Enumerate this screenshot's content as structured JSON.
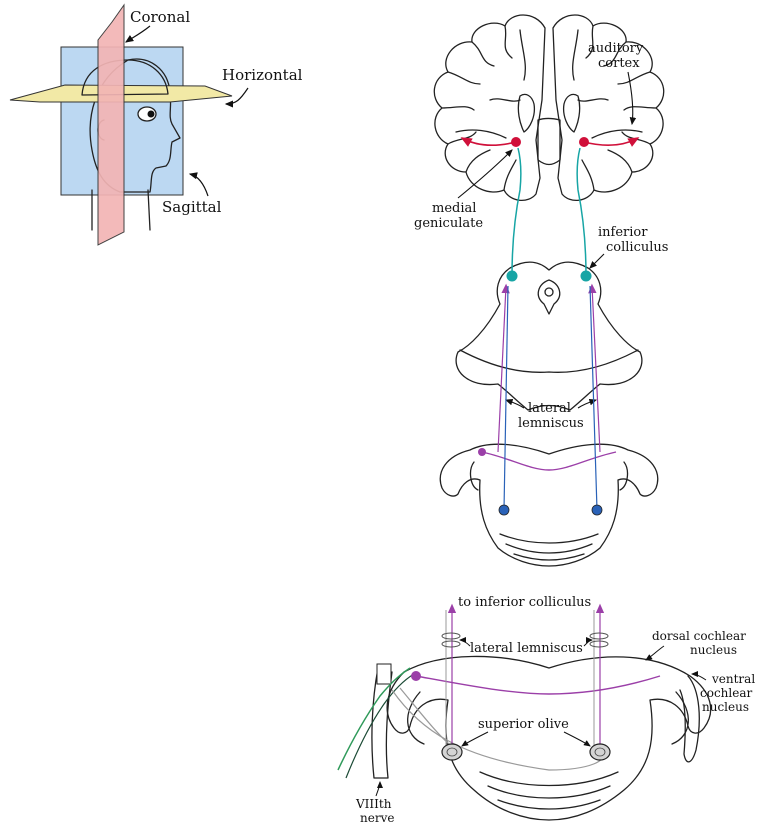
{
  "planes": {
    "coronal": "Coronal",
    "horizontal": "Horizontal",
    "sagittal": "Sagittal"
  },
  "labels": {
    "auditory_cortex_1": "auditory",
    "auditory_cortex_2": "cortex",
    "medial_geniculate_1": "medial",
    "medial_geniculate_2": "geniculate",
    "inferior_colliculus_1": "inferior",
    "inferior_colliculus_2": "colliculus",
    "lateral_lemniscus_1": "lateral",
    "lateral_lemniscus_2": "lemniscus",
    "to_inferior_colliculus": "to inferior colliculus",
    "lateral_lemniscus_lower": "lateral lemniscus",
    "dorsal_cochlear_1": "dorsal cochlear",
    "dorsal_cochlear_2": "nucleus",
    "ventral_cochlear_1": "ventral",
    "ventral_cochlear_2": "cochlear",
    "ventral_cochlear_3": "nucleus",
    "superior_olive": "superior olive",
    "viiith_nerve_1": "VIIIth",
    "viiith_nerve_2": "nerve"
  },
  "colors": {
    "coronal_plane": "#f3b5b5",
    "sagittal_plane": "#bcd8f2",
    "horizontal_plane": "#f2e9a6",
    "thalamocortical": "#d0103a",
    "colliculus_pathway": "#17a5a5",
    "lemniscus_pathway": "#9b3fa8",
    "olive_pathway": "#2a62b8",
    "nerve": "#2f9a5a"
  }
}
